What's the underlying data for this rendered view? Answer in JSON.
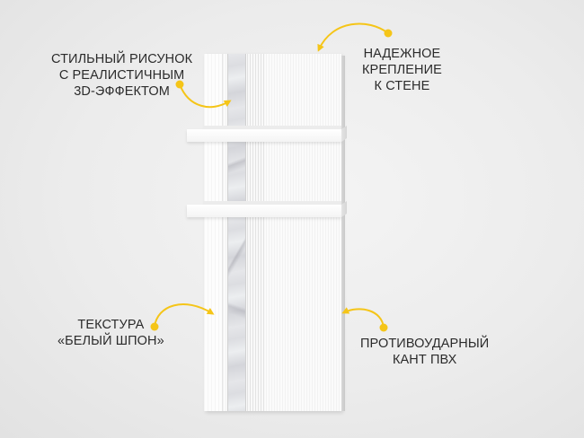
{
  "callouts": {
    "pattern": {
      "lines": [
        "СТИЛЬНЫЙ РИСУНОК",
        "С РЕАЛИСТИЧНЫМ",
        "3D-ЭФФЕКТОМ"
      ]
    },
    "mounting": {
      "lines": [
        "НАДЕЖНОЕ",
        "КРЕПЛЕНИЕ",
        "К СТЕНЕ"
      ]
    },
    "texture": {
      "lines": [
        "ТЕКСТУРА",
        "«БЕЛЫЙ ШПОН»"
      ]
    },
    "edge": {
      "lines": [
        "ПРОТИВОУДАРНЫЙ",
        "КАНТ ПВХ"
      ]
    }
  },
  "product": {
    "name": "wall-panel-with-shelves",
    "shelves_count": 2
  },
  "colors": {
    "accent": "#f5c518",
    "text": "#2b2b2b",
    "background": "#ececec"
  }
}
